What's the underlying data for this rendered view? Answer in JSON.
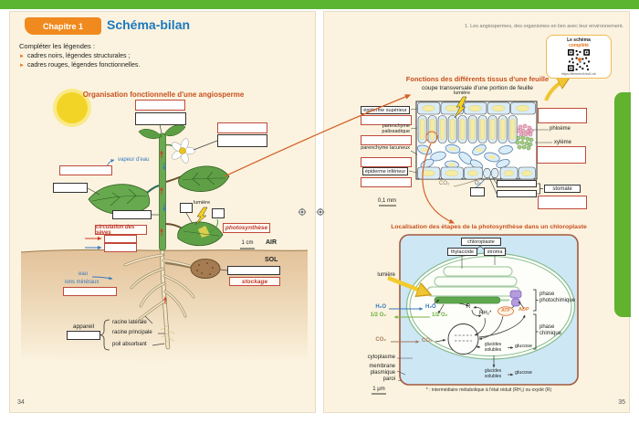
{
  "left": {
    "badge": "Chapitre 1",
    "title": "Schéma-bilan",
    "intro": "Compléter les légendes :",
    "bullet_icon": "►",
    "bullet1": "cadres noirs, légendes structurales ;",
    "bullet2": "cadres rouges, légendes fonctionnelles.",
    "diagram_title": "Organisation fonctionnelle d'une angiosperme",
    "vapeur_eau": "vapeur d'eau",
    "lumiere": "lumière",
    "circulation": "circulation des sèves",
    "photosynthese": "photosynthèse",
    "scale": "1 cm",
    "air": "AIR",
    "sol": "SOL",
    "stockage": "stockage",
    "eau": "eau",
    "ions": "ions minéraux",
    "appareil": "appareil",
    "racine_laterale": "racine latérale",
    "racine_principale": "racine principale",
    "poil_absorbant": "poil absorbant",
    "page_number": "34"
  },
  "right": {
    "running_head": "1. Les angiospermes, des organismes en lien avec leur environnement.",
    "qr": {
      "title1": "Le schéma",
      "title2": "complété",
      "url": "https://lienmini.fr/svt1-sb"
    },
    "leaf": {
      "title": "Fonctions des différents tissus d'une feuille",
      "subtitle": "coupe transversale d'une portion de feuille",
      "lumiere": "lumière",
      "epiderme_superieur": "épiderme supérieur",
      "parenchyme_palissadique": "parenchyme palissadique",
      "parenchyme_lacuneux": "parenchyme lacuneux",
      "epiderme_inferieur": "épiderme inférieur",
      "phloeme": "phloème",
      "xyleme": "xylème",
      "stomate": "stomate",
      "co2": "CO₂",
      "o2": "O₂",
      "scale": "0,1 mm"
    },
    "chloro": {
      "title": "Localisation des étapes de la photosynthèse dans un chloroplaste",
      "chloroplaste": "chloroplaste",
      "thylacoide": "thylacoïde",
      "stroma": "stroma",
      "lumiere": "lumière",
      "h2o_out": "H₂O",
      "h2o_in": "H₂O",
      "o2_out": "1/2 O₂",
      "o2_in": "1/2 O₂",
      "co2_out": "CO₂",
      "co2_in": "CO₂",
      "r": "R",
      "rh2": "RH₂*",
      "atp": "ATP",
      "adp": "ADP",
      "phase_photo": "phase photochimique",
      "phase_chim": "phase chimique",
      "glucides_in": "glucides solubles",
      "glucose_in": "glucose",
      "glucides_out": "glucides solubles",
      "glucose_out": "glucose",
      "cytoplasme": "cytoplasme",
      "membrane": "membrane plasmique",
      "paroi": "paroi",
      "scale": "1 μm",
      "footnote": "* : intermédiaire métabolique à l'état réduit (RH₂) ou oxydé (R)"
    },
    "page_number": "35"
  }
}
